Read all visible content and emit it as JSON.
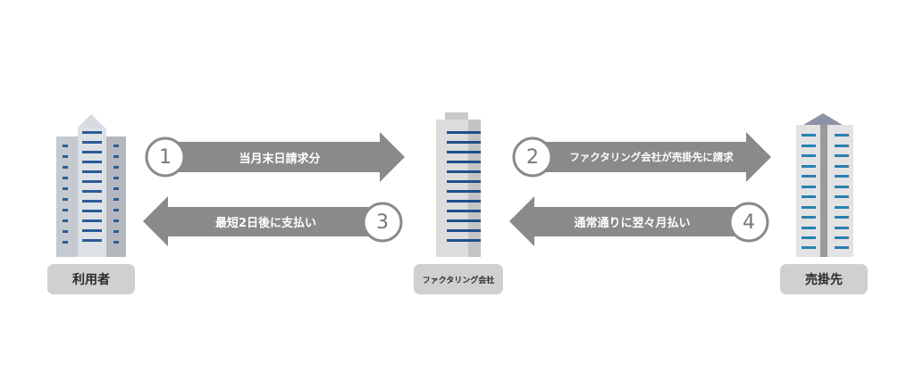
{
  "colors": {
    "arrow": "#8a8a8a",
    "circle_border": "#8a8a8a",
    "circle_fill": "#ffffff",
    "label_bg": "#d0d0d0",
    "label_text": "#2b2b2b",
    "window_blue": "#1d5a96",
    "building_light": "#d9dde3",
    "building_dark": "#b8bcc2"
  },
  "entities": [
    {
      "id": "user",
      "label": "利用者",
      "icon": "office-building-icon"
    },
    {
      "id": "factoring",
      "label": "ファクタリング会社",
      "icon": "office-tower-icon"
    },
    {
      "id": "debtor",
      "label": "売掛先",
      "icon": "office-tower-icon"
    }
  ],
  "steps": [
    {
      "number": "1",
      "text": "当月末日請求分",
      "direction": "right",
      "from": "利用者",
      "to": "ファクタリング会社"
    },
    {
      "number": "2",
      "text": "ファクタリング会社が売掛先に請求",
      "direction": "right",
      "from": "ファクタリング会社",
      "to": "売掛先"
    },
    {
      "number": "3",
      "text": "最短2日後に支払い",
      "direction": "left",
      "from": "ファクタリング会社",
      "to": "利用者"
    },
    {
      "number": "4",
      "text": "通常通りに翌々月払い",
      "direction": "left",
      "from": "売掛先",
      "to": "ファクタリング会社"
    }
  ]
}
